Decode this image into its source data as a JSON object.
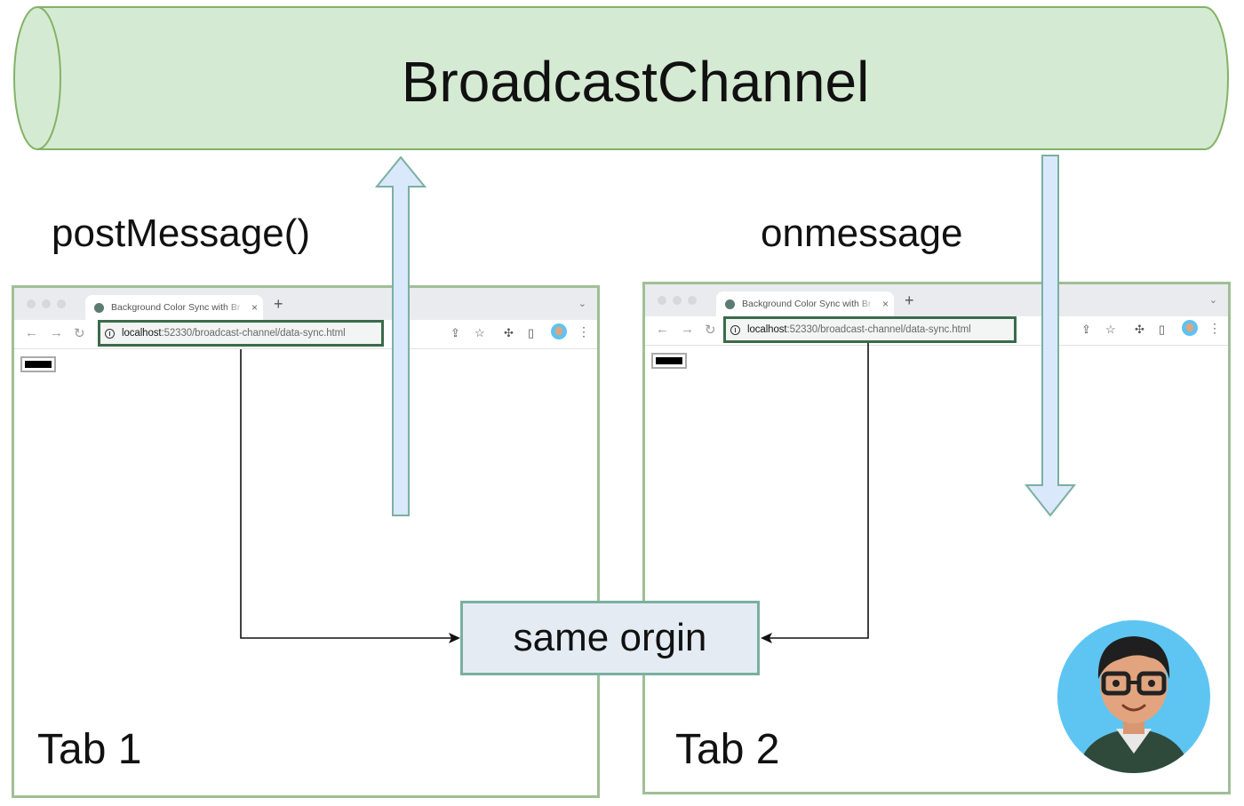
{
  "diagram": {
    "channel_label": "BroadcastChannel",
    "post_label": "postMessage()",
    "receive_label": "onmessage",
    "origin_label": "same orgin",
    "tab1_label": "Tab 1",
    "tab2_label": "Tab 2"
  },
  "browser": {
    "tab_title": "Background Color Sync with Br",
    "tab_close": "×",
    "new_tab": "+",
    "tab_search": "⌄",
    "url_host": "localhost",
    "url_path": ":52330/broadcast-channel/data-sync.html"
  },
  "icons": {
    "back": "←",
    "forward": "→",
    "reload": "↻",
    "share": "⇪",
    "star": "☆",
    "puzzle": "✣",
    "sidepanel": "▯",
    "menu": "⋮"
  },
  "colors": {
    "channel_fill": "#d5ead3",
    "channel_stroke": "#82b366",
    "arrow_fill": "#dae8fc",
    "arrow_stroke": "#7ab0a0",
    "origin_fill": "#e4ebf3",
    "browser_border": "#9fbf95",
    "url_border": "#3a6b4a"
  }
}
